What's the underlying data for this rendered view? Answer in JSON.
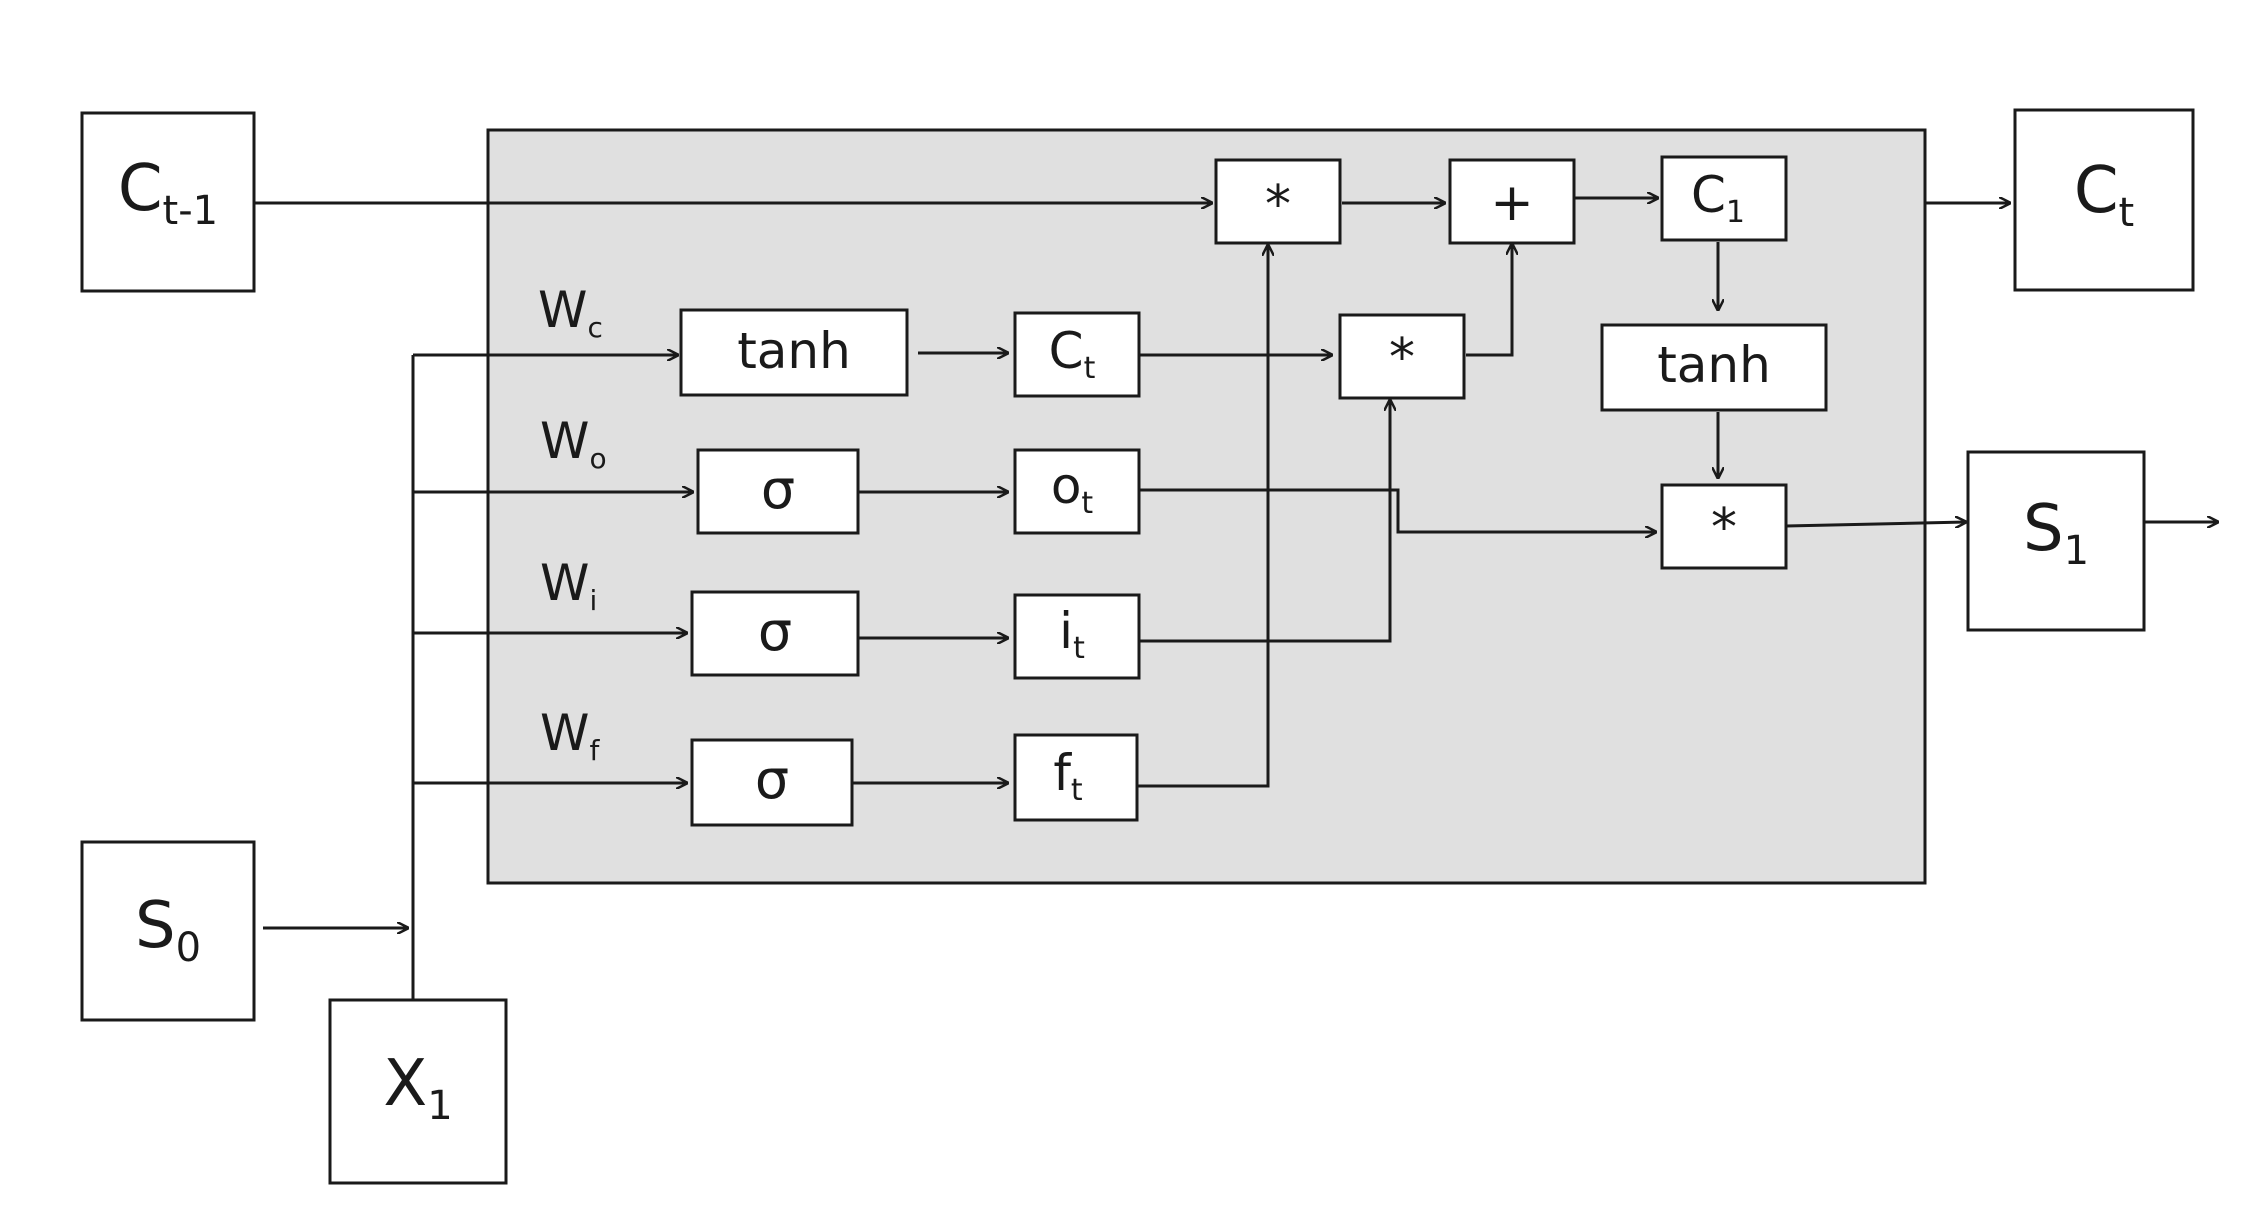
{
  "diagram": {
    "cell_fill": "#e0e0e0",
    "line_color": "#1a1a1a",
    "nodes": {
      "c_prev": {
        "main": "C",
        "sub": "t-1"
      },
      "c_out": {
        "main": "C",
        "sub": "t"
      },
      "s0": {
        "main": "S",
        "sub": "0"
      },
      "x1": {
        "main": "X",
        "sub": "1"
      },
      "s1": {
        "main": "S",
        "sub": "1"
      },
      "mul_forget": {
        "main": "*"
      },
      "add": {
        "main": "+"
      },
      "c_new": {
        "main": "C",
        "sub": "1"
      },
      "tanh_c": {
        "main": "tanh"
      },
      "mul_out": {
        "main": "*"
      },
      "tanh_in": {
        "main": "tanh"
      },
      "c_cand": {
        "main": "C",
        "sub": "t"
      },
      "mul_in": {
        "main": "*"
      },
      "sig_o": {
        "main": "σ"
      },
      "o_t": {
        "main": "o",
        "sub": "t"
      },
      "sig_i": {
        "main": "σ"
      },
      "i_t": {
        "main": "i",
        "sub": "t"
      },
      "sig_f": {
        "main": "σ"
      },
      "f_t": {
        "main": "f",
        "sub": "t"
      }
    },
    "weights": {
      "wc": {
        "main": "W",
        "sub": "c"
      },
      "wo": {
        "main": "W",
        "sub": "o"
      },
      "wi": {
        "main": "W",
        "sub": "i"
      },
      "wf": {
        "main": "W",
        "sub": "f"
      }
    }
  }
}
